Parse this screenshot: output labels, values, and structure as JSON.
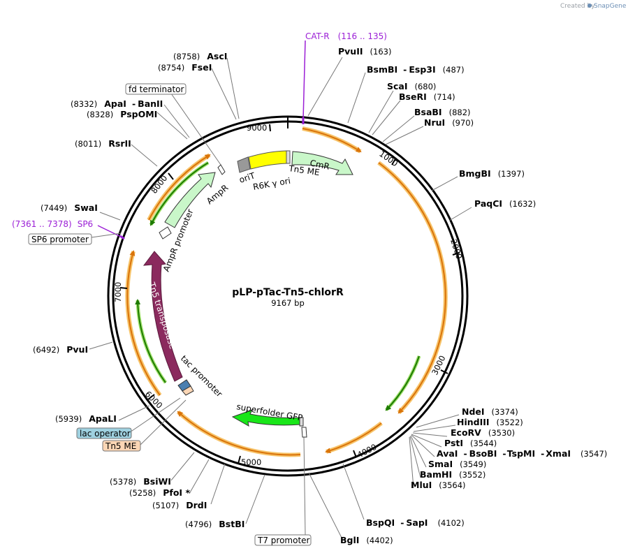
{
  "credit": {
    "prefix": "Created by",
    "brand": "SnapGene"
  },
  "plasmid": {
    "name": "pLP-pTac-Tn5-chlorR",
    "size": "9167 bp",
    "bp_total": 9167
  },
  "ticks": [
    "1000",
    "2000",
    "3000",
    "4000",
    "5000",
    "6000",
    "7000",
    "8000",
    "9000"
  ],
  "sites": [
    {
      "name": "PvuII",
      "pos": "(163)"
    },
    {
      "name": "BsmBI",
      "sep": "-",
      "name2": "Esp3I",
      "pos": "(487)"
    },
    {
      "name": "ScaI",
      "pos": "(680)"
    },
    {
      "name": "BseRI",
      "pos": "(714)"
    },
    {
      "name": "BsaBI",
      "pos": "(882)"
    },
    {
      "name": "NruI",
      "pos": "(970)"
    },
    {
      "name": "BmgBI",
      "pos": "(1397)"
    },
    {
      "name": "PaqCI",
      "pos": "(1632)"
    },
    {
      "name": "NdeI",
      "pos": "(3374)"
    },
    {
      "name": "HindIII",
      "pos": "(3522)"
    },
    {
      "name": "EcoRV",
      "pos": "(3530)"
    },
    {
      "name": "PstI",
      "pos": "(3544)"
    },
    {
      "name": "AvaI",
      "sep": "-",
      "name2": "BsoBI",
      "sep2": "-",
      "name3": "TspMI",
      "sep3": "-",
      "name4": "XmaI",
      "pos": "(3547)"
    },
    {
      "name": "SmaI",
      "pos": "(3549)"
    },
    {
      "name": "BamHI",
      "pos": "(3552)"
    },
    {
      "name": "MluI",
      "pos": "(3564)"
    },
    {
      "name": "BspQI",
      "sep": "-",
      "name2": "SapI",
      "pos": "(4102)"
    },
    {
      "name": "BglI",
      "pos": "(4402)"
    },
    {
      "name": "BstBI",
      "pos": "(4796)"
    },
    {
      "name": "DrdI",
      "pos": "(5107)"
    },
    {
      "name": "PfoI *",
      "pos": "(5258)"
    },
    {
      "name": "BsiWI",
      "pos": "(5378)"
    },
    {
      "name": "ApaLI",
      "pos": "(5939)"
    },
    {
      "name": "PvuI",
      "pos": "(6492)"
    },
    {
      "name": "SwaI",
      "pos": "(7449)"
    },
    {
      "name": "RsrII",
      "pos": "(8011)"
    },
    {
      "name": "PspOMI",
      "pos": "(8328)"
    },
    {
      "name": "ApaI",
      "sep": "-",
      "name2": "BanII",
      "pos": "(8332)"
    },
    {
      "name": "FseI",
      "pos": "(8754)"
    },
    {
      "name": "AscI",
      "pos": "(8758)"
    }
  ],
  "primers": [
    {
      "name": "CAT-R",
      "pos": "(116 .. 135)",
      "color": "#9b1fd6"
    },
    {
      "name": "SP6",
      "pos": "(7361 .. 7378)",
      "color": "#9b1fd6"
    }
  ],
  "boxed_features": [
    {
      "label": "fd terminator",
      "fill": "#ffffff"
    },
    {
      "label": "SP6 promoter",
      "fill": "#ffffff"
    },
    {
      "label": "lac operator",
      "fill": "#9fd1e0"
    },
    {
      "label": "Tn5 ME",
      "fill": "#fbd6b5"
    },
    {
      "label": "T7 promoter",
      "fill": "#ffffff"
    }
  ],
  "features": {
    "cmr": "CmR",
    "tn5me": "Tn5 ME",
    "orit": "oriT",
    "r6k": "R6K γ ori",
    "ampr": "AmpR",
    "ampr_promoter": "AmpR promoter",
    "tn5_transposase": "Tn5 transposase",
    "tac_promoter": "tac promoter",
    "sfgfp": "superfolder GFP"
  },
  "colors": {
    "cmr": "#c9f7c9",
    "ampr": "#c9f7c9",
    "gfp": "#19e619",
    "tn5": "#8b2a5e",
    "r6k": "#ffff00",
    "orit": "#999999",
    "orf_fill": "#f7a823",
    "orf_line": "#1d7a00",
    "primer": "#9b1fd6"
  }
}
